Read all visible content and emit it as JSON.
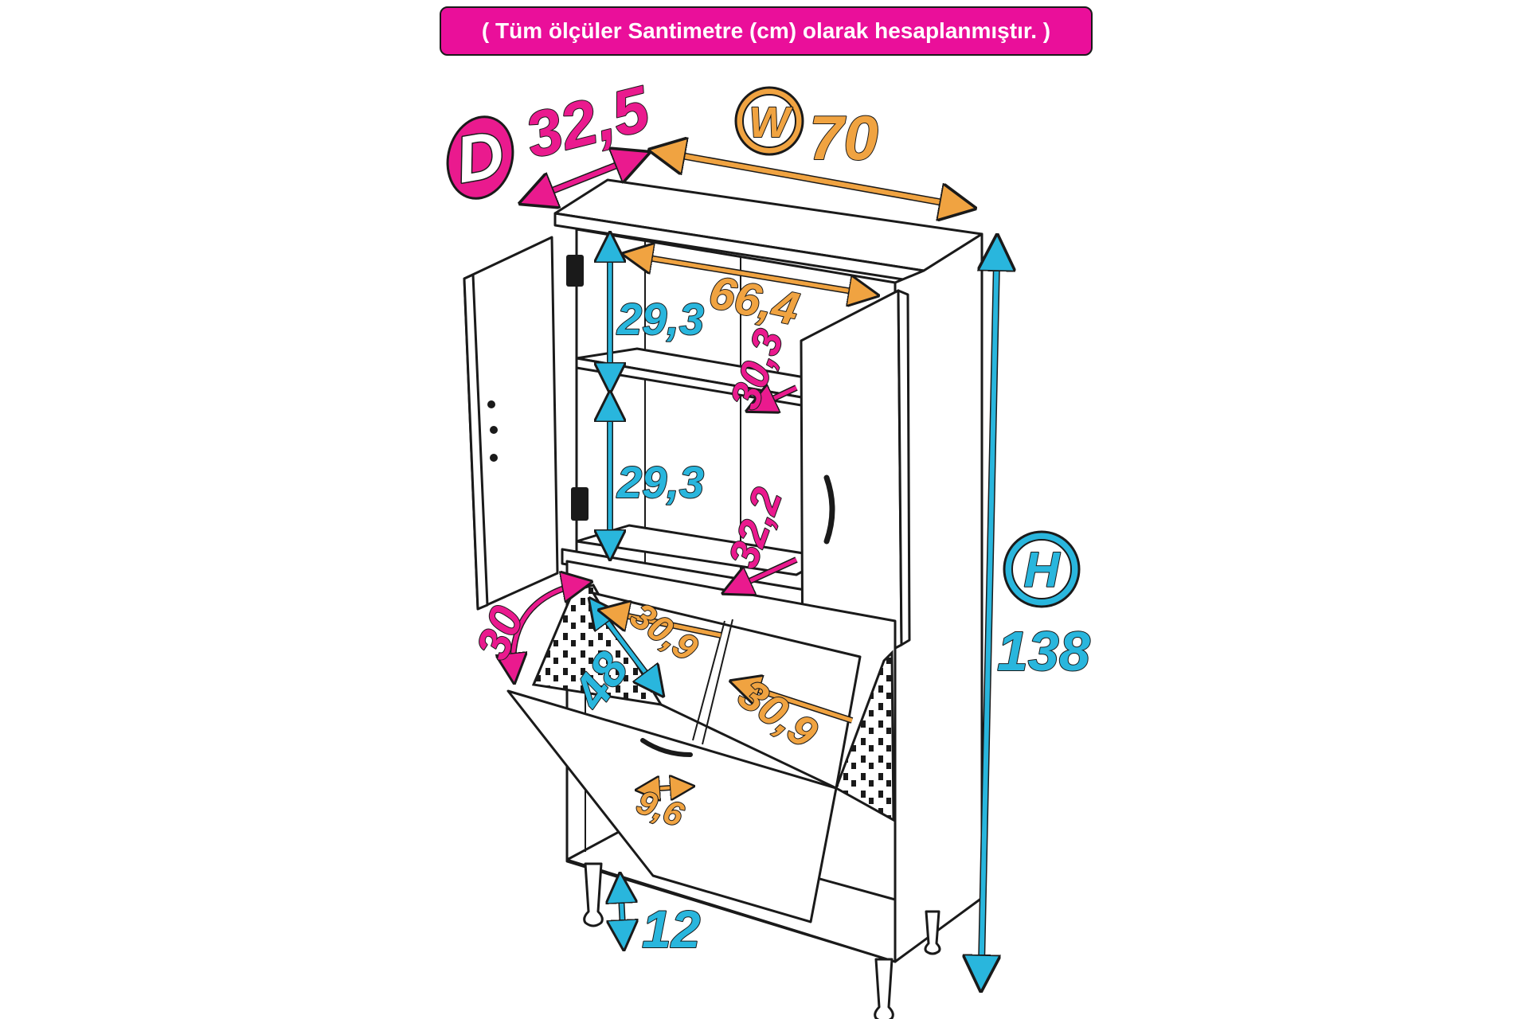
{
  "banner": "( Tüm ölçüler Santimetre (cm) olarak hesaplanmıştır. )",
  "colors": {
    "pink": "#ea1a8e",
    "orange": "#f0a341",
    "blue": "#29b6dd",
    "outline": "#1a1a1a"
  },
  "labels": {
    "depth_letter": "D",
    "depth_value": "32,5",
    "width_letter": "W",
    "width_value": "70",
    "height_letter": "H",
    "height_value": "138",
    "inner_width": "66,4",
    "upper_shelf_height": "29,3",
    "lower_shelf_height": "29,3",
    "upper_shelf_depth": "30,3",
    "lower_shelf_depth": "32,2",
    "basket_angle": "30",
    "basket_height": "48",
    "basket_left_width": "30,9",
    "basket_right_width": "30,9",
    "basket_depth": "9,6",
    "leg_height": "12"
  }
}
